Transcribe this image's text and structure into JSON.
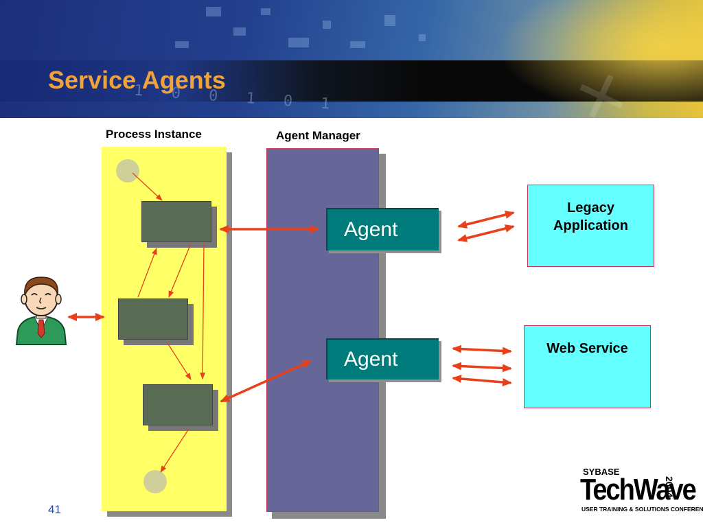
{
  "title": "Service Agents",
  "labels": {
    "process_instance": "Process Instance",
    "agent_manager": "Agent Manager"
  },
  "agents": [
    {
      "label": "Agent"
    },
    {
      "label": "Agent"
    }
  ],
  "services": [
    {
      "line1": "Legacy",
      "line2": "Application"
    },
    {
      "line1": "Web Service"
    }
  ],
  "page_number": "41",
  "logo": {
    "brand": "SYBASE",
    "name": "TechWave",
    "year": "2004",
    "tagline": "USER TRAINING & SOLUTIONS CONFERENCE"
  },
  "colors": {
    "title": "#f0a23c",
    "process_panel": "#ffff66",
    "manager_panel": "#666699",
    "agent": "#007b7b",
    "service": "#66ffff",
    "arrow": "#e8401a"
  }
}
